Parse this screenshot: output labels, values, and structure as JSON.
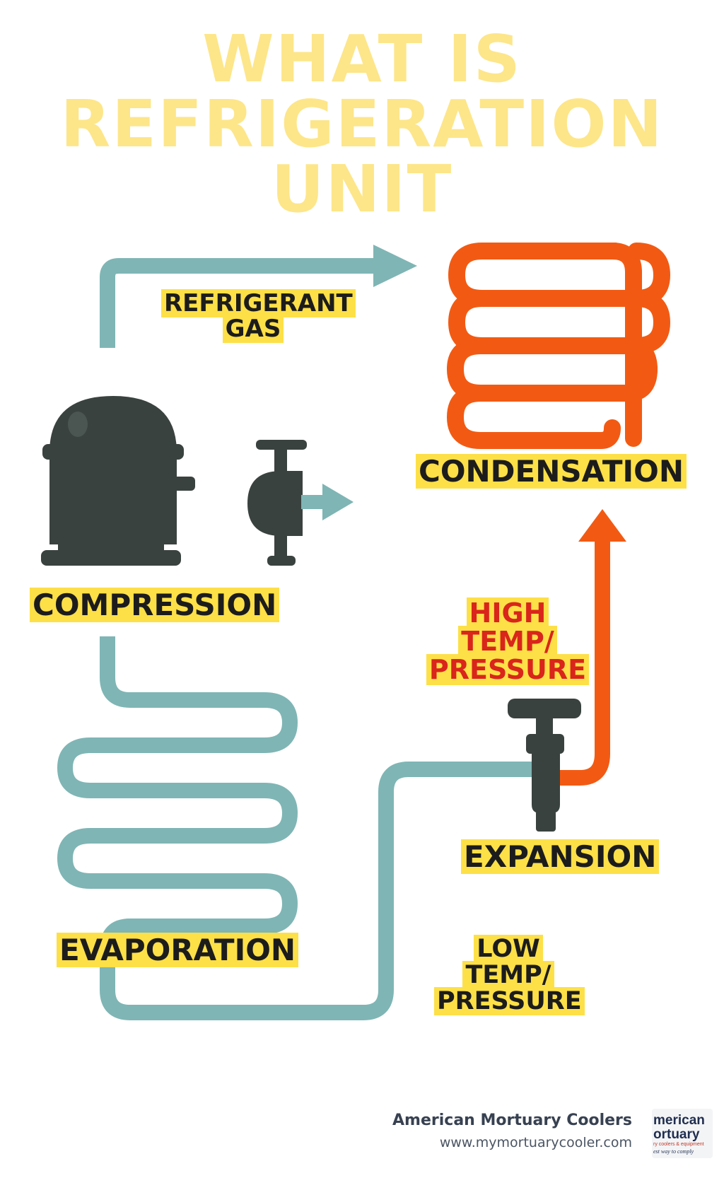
{
  "title": {
    "line1": "WHAT IS",
    "line2": "REFRIGERATION UNIT"
  },
  "labels": {
    "refrigerant_gas_1": "REFRIGERANT",
    "refrigerant_gas_2": "GAS",
    "condensation": "CONDENSATION",
    "compression": "COMPRESSION",
    "high_temp_1": "HIGH TEMP/",
    "high_temp_2": "PRESSURE",
    "expansion": "EXPANSION",
    "evaporation": "EVAPORATION",
    "low_temp_1": "LOW TEMP/",
    "low_temp_2": "PRESSURE"
  },
  "footer": {
    "company": "American Mortuary Coolers",
    "url": "www.mymortuarycooler.com"
  },
  "logo": {
    "line1": "merican",
    "line2": "ortuary",
    "line3": "ry coolers & equipment",
    "line4": "est way to comply"
  },
  "colors": {
    "teal_pipe": "#7fb5b5",
    "hot_pipe": "#f25a13",
    "component": "#3a423f",
    "label_highlight": "#fde047",
    "title": "#fde68a"
  },
  "icons": [
    "compressor-icon",
    "valve-icon",
    "expansion-valve-icon",
    "condenser-coil-icon",
    "evaporator-coil-icon"
  ]
}
